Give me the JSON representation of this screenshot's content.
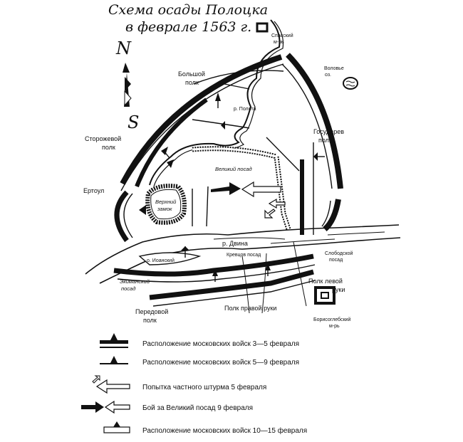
{
  "title": {
    "line1": "Схема осады Полоцка",
    "line2": "в феврале 1563 г."
  },
  "compass": {
    "north": "N",
    "south": "S"
  },
  "labels": {
    "spassky": "Спасский",
    "spassky2": "м-рь",
    "volovye": "Воловье",
    "volovye2": "оз.",
    "bolshoy": "Большой",
    "bolshoy2": "полк",
    "polota": "р. Полота",
    "storozhevoy": "Сторожевой",
    "storozhevoy2": "полк",
    "gosudarev": "Государев",
    "gosudarev2": "полк",
    "velikiy_posad": "Великий посад",
    "ertoul": "Ертоул",
    "verkhniy": "Верхний",
    "verkhniy2": "замок",
    "dvina": "р. Двина",
    "ostrov": "о. Иоанский",
    "kreytse": "Кревцов посад",
    "slobodskoy": "Слободской",
    "slobodskoy2": "посад",
    "zapolotsk": "Экиманский",
    "zapolotsk2": "посад",
    "peredovoy": "Передовой",
    "peredovoy2": "полк",
    "pravoy": "Полк правой руки",
    "levoy": "Полк левой",
    "levoy2": "руки",
    "borisoglebsky": "Борисоглебский",
    "borisoglebsky2": "м-рь"
  },
  "legend": [
    {
      "text": "Расположение московских войск 3—5 февраля"
    },
    {
      "text": "Расположение московских войск 5—9 февраля"
    },
    {
      "text": "Попытка частного штурма 5 февраля"
    },
    {
      "text": "Бой за Великий посад 9 февраля"
    },
    {
      "text": "Расположение московских войск 10—15 февраля"
    }
  ]
}
